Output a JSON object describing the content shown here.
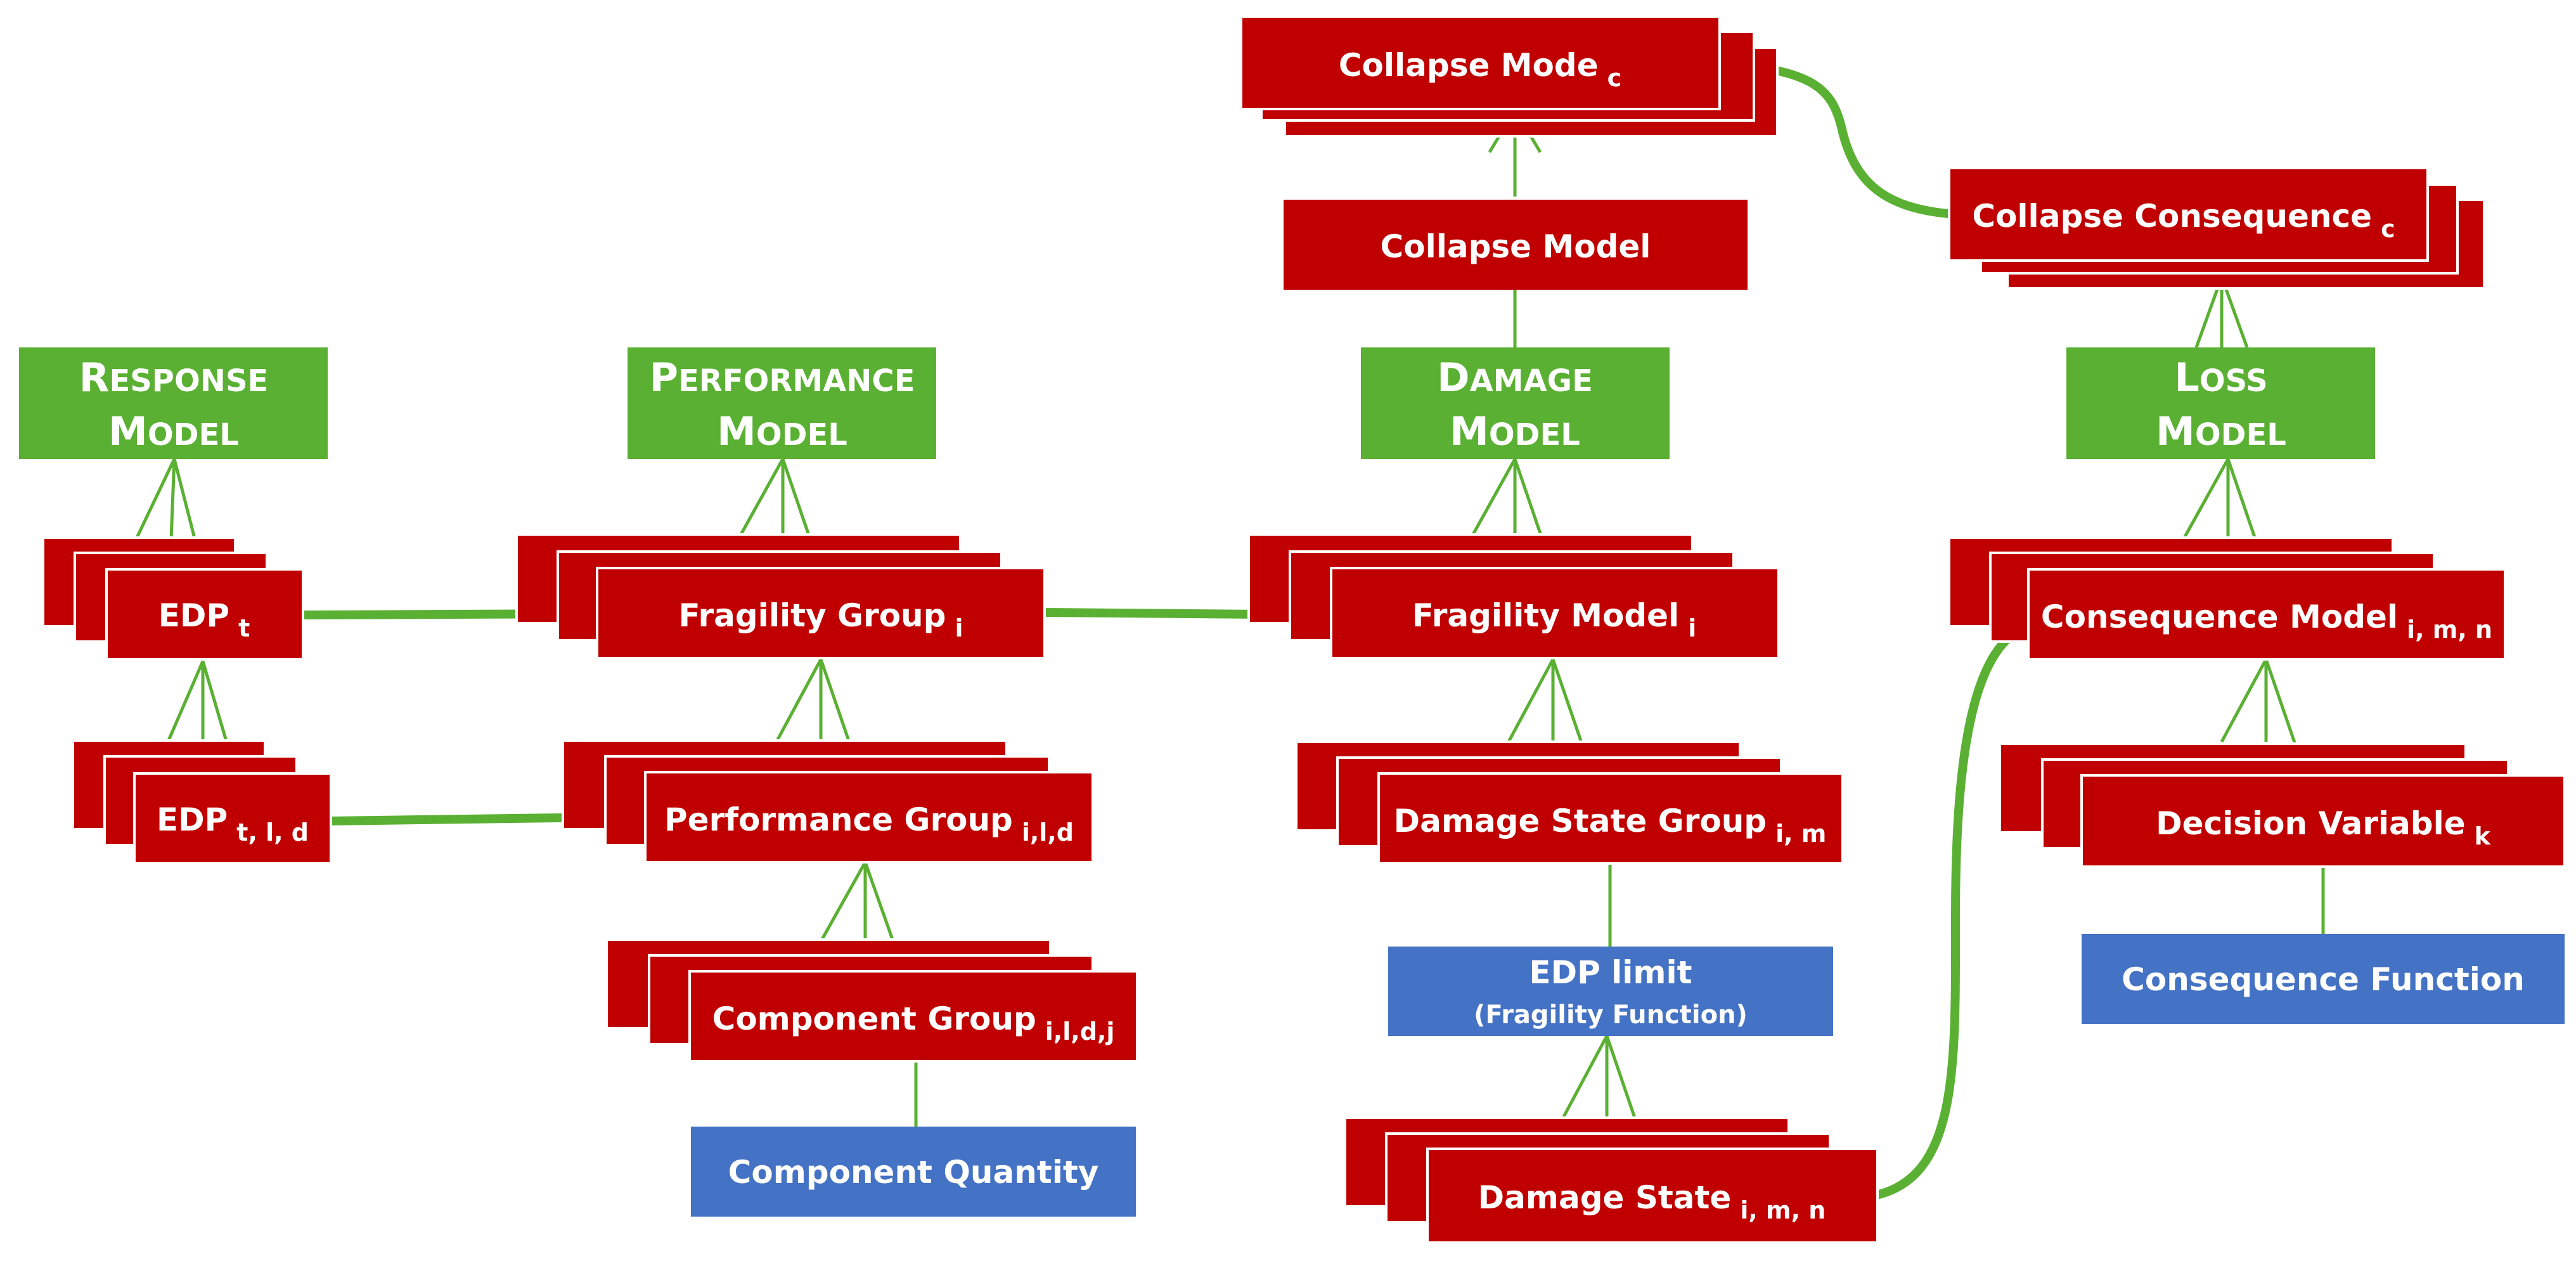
{
  "colors": {
    "red": "#c00000",
    "green": "#5ab032",
    "blue": "#4472c4",
    "white": "#ffffff"
  },
  "models": {
    "response": {
      "line1": {
        "big": "R",
        "rest": "ESPONSE"
      },
      "line2": {
        "big": "M",
        "rest": "ODEL"
      }
    },
    "performance": {
      "line1": {
        "big": "P",
        "rest": "ERFORMANCE"
      },
      "line2": {
        "big": "M",
        "rest": "ODEL"
      }
    },
    "damage": {
      "line1": {
        "big": "D",
        "rest": "AMAGE"
      },
      "line2": {
        "big": "M",
        "rest": "ODEL"
      }
    },
    "loss": {
      "line1": {
        "big": "L",
        "rest": "OSS"
      },
      "line2": {
        "big": "M",
        "rest": "ODEL"
      }
    }
  },
  "nodes": {
    "edp_t": {
      "label": "EDP",
      "sub": "t"
    },
    "edp_tld": {
      "label": "EDP",
      "sub": "t, l, d"
    },
    "fragility_group": {
      "label": "Fragility Group",
      "sub": "i"
    },
    "performance_group": {
      "label": "Performance Group",
      "sub": "i,l,d"
    },
    "component_group": {
      "label": "Component Group",
      "sub": "i,l,d,j"
    },
    "collapse_mode": {
      "label": "Collapse Mode",
      "sub": "c"
    },
    "collapse_model": {
      "label": "Collapse Model",
      "sub": ""
    },
    "fragility_model": {
      "label": "Fragility Model",
      "sub": "i"
    },
    "damage_state_group": {
      "label": "Damage State Group",
      "sub": "i, m"
    },
    "damage_state": {
      "label": "Damage State",
      "sub": "i, m, n"
    },
    "collapse_consequence": {
      "label": "Collapse Consequence",
      "sub": "c"
    },
    "consequence_model": {
      "label": "Consequence Model",
      "sub": "i, m, n"
    },
    "decision_variable": {
      "label": "Decision Variable",
      "sub": "k"
    }
  },
  "info": {
    "component_quantity": {
      "line1": "Component Quantity",
      "line2": ""
    },
    "edp_limit": {
      "line1": "EDP limit",
      "line2": "(Fragility Function)"
    },
    "consequence_function": {
      "line1": "Consequence Function",
      "line2": ""
    }
  }
}
